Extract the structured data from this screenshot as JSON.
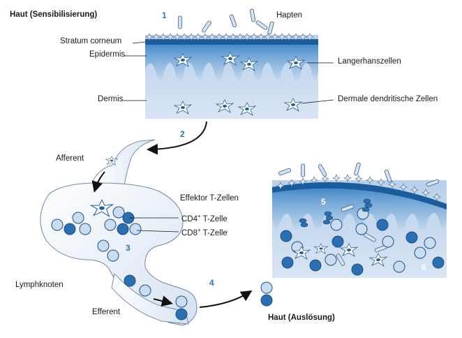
{
  "title_sensitization": "Haut (Sensibilisierung)",
  "title_elicitation": "Haut (Auslösung)",
  "labels": {
    "hapten": "Hapten",
    "stratum_corneum": "Stratum corneum",
    "epidermis": "Epidermis",
    "dermis": "Dermis",
    "langerhans": "Langerhanszellen",
    "dermal_dc": "Dermale dendritische Zellen",
    "afferent": "Afferent",
    "effector": "Effektor T-Zellen",
    "cd4_prefix": "CD4",
    "cd4_sup": "+",
    "cd4_suffix": " T-Zelle",
    "cd8_prefix": "CD8",
    "cd8_sup": "+",
    "cd8_suffix": " T-Zelle",
    "lymph_node": "Lymphknoten",
    "efferent": "Efferent"
  },
  "steps": [
    "1",
    "2",
    "3",
    "4",
    "5",
    "6"
  ],
  "colors": {
    "epidermis_dark": "#1f6fb0",
    "epidermis_light": "#bcd3ec",
    "dermis": "#c7d8ee",
    "cd4_cell": "#2b6fb0",
    "cd8_cell": "#c9dcf0",
    "step_number": "#2b77b6"
  }
}
